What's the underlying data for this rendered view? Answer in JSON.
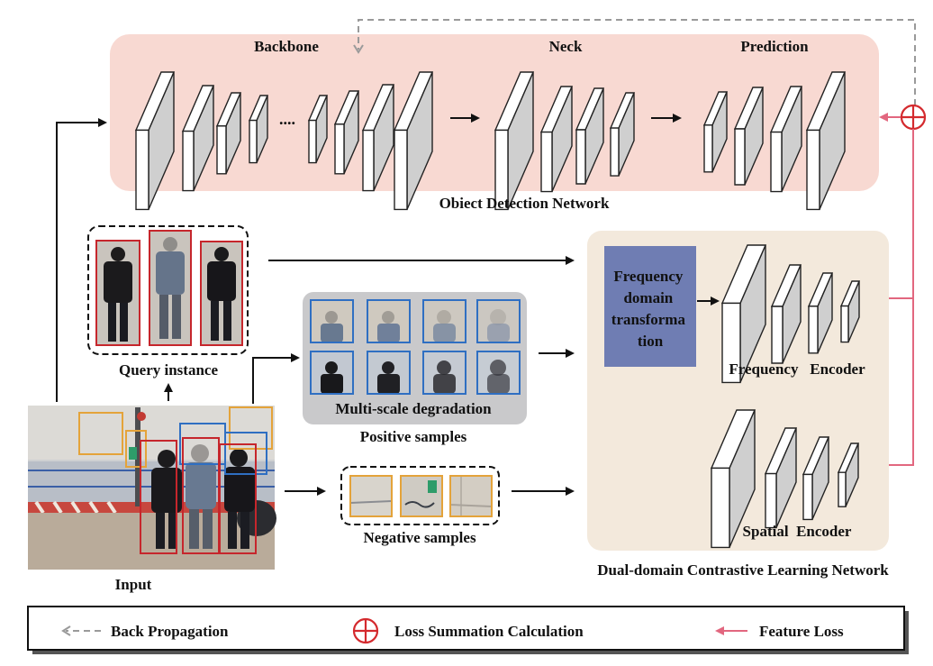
{
  "colors": {
    "detection_panel": "#f8d9d2",
    "contrastive_panel": "#f3e9dc",
    "degradation_panel": "#c9c9cb",
    "freq_transform_box": "#6f7db3",
    "layer_side": "#cfcfcf",
    "loss_red": "#d42a2e",
    "feature_loss": "#e2677f",
    "back_prop": "#9a9a9a",
    "query_box": "#c6262c",
    "positive_box": "#2f6fc2",
    "negative_box": "#e4a33a"
  },
  "detection": {
    "backbone_label": "Backbone",
    "neck_label": "Neck",
    "prediction_label": "Prediction",
    "ellipsis": "....",
    "network_label": "Obiect Detection Network"
  },
  "query": {
    "label": "Query instance"
  },
  "degradation": {
    "label": "Multi-scale degradation"
  },
  "positive": {
    "label": "Positive samples"
  },
  "negative": {
    "label": "Negative samples"
  },
  "input": {
    "label": "Input"
  },
  "contrastive": {
    "transform_lines": [
      "Frequency",
      "domain",
      "transforma",
      "tion"
    ],
    "frequency_encoder_label": "Frequency   Encoder",
    "spatial_encoder_label": "Spatial  Encoder",
    "network_label": "Dual-domain Contrastive Learning Network"
  },
  "legend": {
    "back_propagation": "Back Propagation",
    "loss_summation": "Loss Summation Calculation",
    "feature_loss": "Feature Loss"
  }
}
